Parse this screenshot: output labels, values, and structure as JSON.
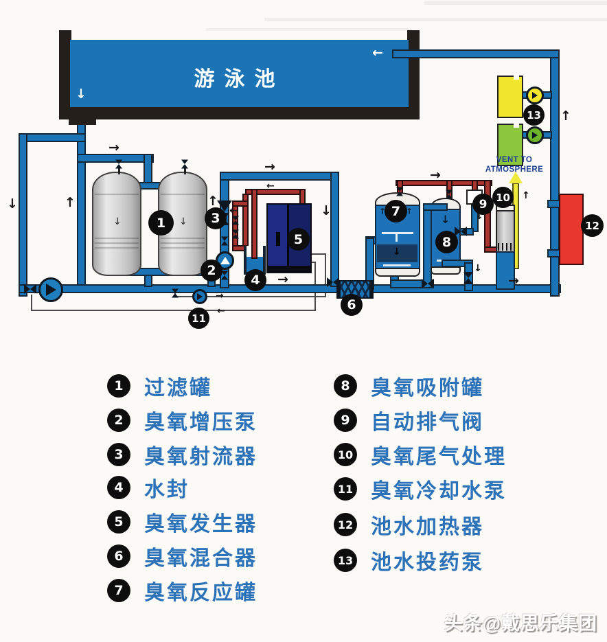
{
  "pool": {
    "label": "游泳池"
  },
  "vent_label": {
    "line1": "VENT TO",
    "line2": "ATMOSPHERE"
  },
  "diagram_badges": [
    "1",
    "2",
    "3",
    "4",
    "5",
    "6",
    "7",
    "8",
    "9",
    "10",
    "11",
    "12",
    "13"
  ],
  "legend": {
    "left": [
      {
        "num": "1",
        "label": "过滤罐"
      },
      {
        "num": "2",
        "label": "臭氧增压泵"
      },
      {
        "num": "3",
        "label": "臭氧射流器"
      },
      {
        "num": "4",
        "label": "水封"
      },
      {
        "num": "5",
        "label": "臭氧发生器"
      },
      {
        "num": "6",
        "label": "臭氧混合器"
      },
      {
        "num": "7",
        "label": "臭氧反应罐"
      }
    ],
    "right": [
      {
        "num": "8",
        "label": "臭氧吸附罐"
      },
      {
        "num": "9",
        "label": "自动排气阀"
      },
      {
        "num": "10",
        "label": "臭氧尾气处理"
      },
      {
        "num": "11",
        "label": "臭氧冷却水泵"
      },
      {
        "num": "12",
        "label": "池水加热器"
      },
      {
        "num": "13",
        "label": "池水投药泵"
      }
    ]
  },
  "watermark": {
    "text": "头条@戴思乐集团"
  },
  "colors": {
    "pipe_blue": "#1b74b6",
    "pipe_red": "#a93531",
    "vent_yellow": "#f0e93d",
    "heater_red": "#e8392e",
    "dosing_tank_yellow": "#f2e62c",
    "dosing_tank_green": "#8cc63e",
    "legend_text_blue": "#2c72b8",
    "badge_black": "#0d0d0d"
  }
}
